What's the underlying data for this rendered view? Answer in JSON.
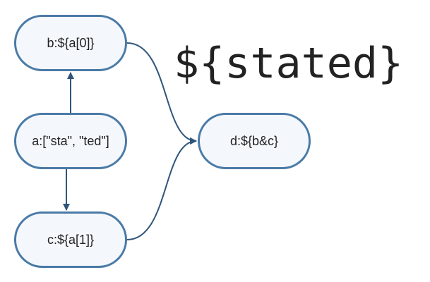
{
  "diagram": {
    "title": "${stated}",
    "nodes": {
      "b": "b:${a[0]}",
      "a": "a:[\"sta\", \"ted\"]",
      "c": "c:${a[1]}",
      "d": "d:${b&c}"
    },
    "edges": [
      {
        "from": "a",
        "to": "b"
      },
      {
        "from": "a",
        "to": "c"
      },
      {
        "from": "b",
        "to": "d"
      },
      {
        "from": "c",
        "to": "d"
      }
    ]
  },
  "colors": {
    "node_border": "#4a7aa6",
    "node_fill": "#f4f8fc",
    "edge": "#2f557a",
    "text": "#222222"
  }
}
